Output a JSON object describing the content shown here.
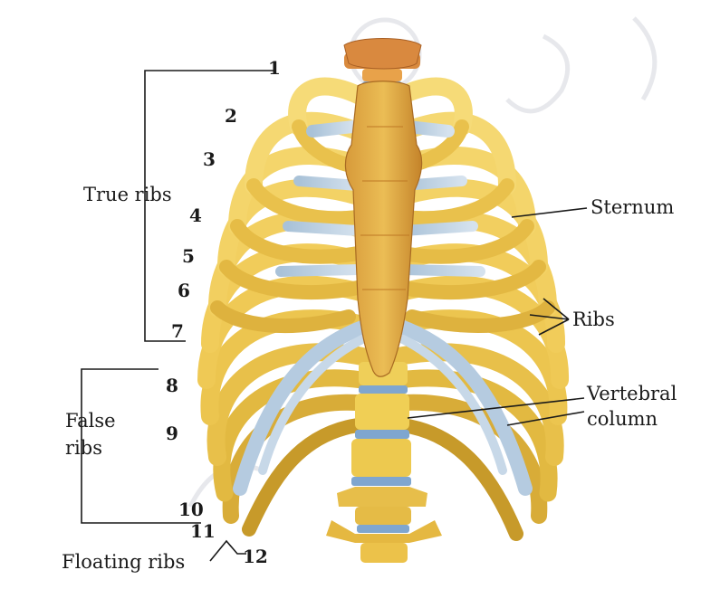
{
  "labels": {
    "true_ribs": "True ribs",
    "false_ribs_1": "False",
    "false_ribs_2": "ribs",
    "floating_ribs": "Floating ribs",
    "sternum": "Sternum",
    "ribs": "Ribs",
    "vertebral_1": "Vertebral",
    "vertebral_2": "column"
  },
  "rib_numbers": [
    "1",
    "2",
    "3",
    "4",
    "5",
    "6",
    "7",
    "8",
    "9",
    "10",
    "11",
    "12"
  ],
  "colors": {
    "bone": "#e6c04a",
    "bone_dark": "#b98a1c",
    "sternum": "#c9892a",
    "cartilage": "#b9cde0",
    "disc": "#7fa6cf",
    "ink": "#1a1a1a"
  }
}
